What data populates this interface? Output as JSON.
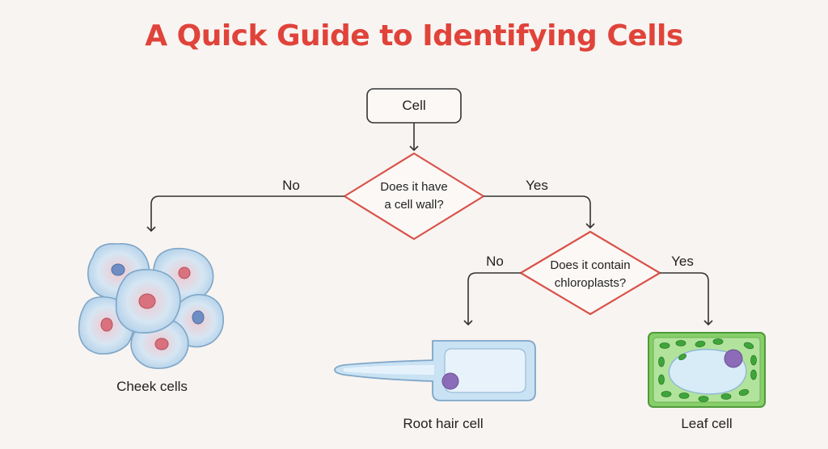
{
  "title": "A Quick Guide to Identifying Cells",
  "start_node": "Cell",
  "question_1": {
    "line1": "Does it have",
    "line2": "a cell wall?"
  },
  "question_2": {
    "line1": "Does it contain",
    "line2": "chloroplasts?"
  },
  "branch_labels": {
    "q1_no": "No",
    "q1_yes": "Yes",
    "q2_no": "No",
    "q2_yes": "Yes"
  },
  "outcomes": {
    "cheek": "Cheek cells",
    "root_hair": "Root hair cell",
    "leaf": "Leaf cell"
  },
  "colors": {
    "title": "#e0433a",
    "diamond_stroke": "#d9534a",
    "connector": "#333333",
    "cheek_fill": "#bcd8ee",
    "root_fill": "#c9e2f4",
    "leaf_fill": "#86cf6a",
    "chloroplast": "#3fa53a",
    "nucleus_purple": "#8c6bb8"
  }
}
